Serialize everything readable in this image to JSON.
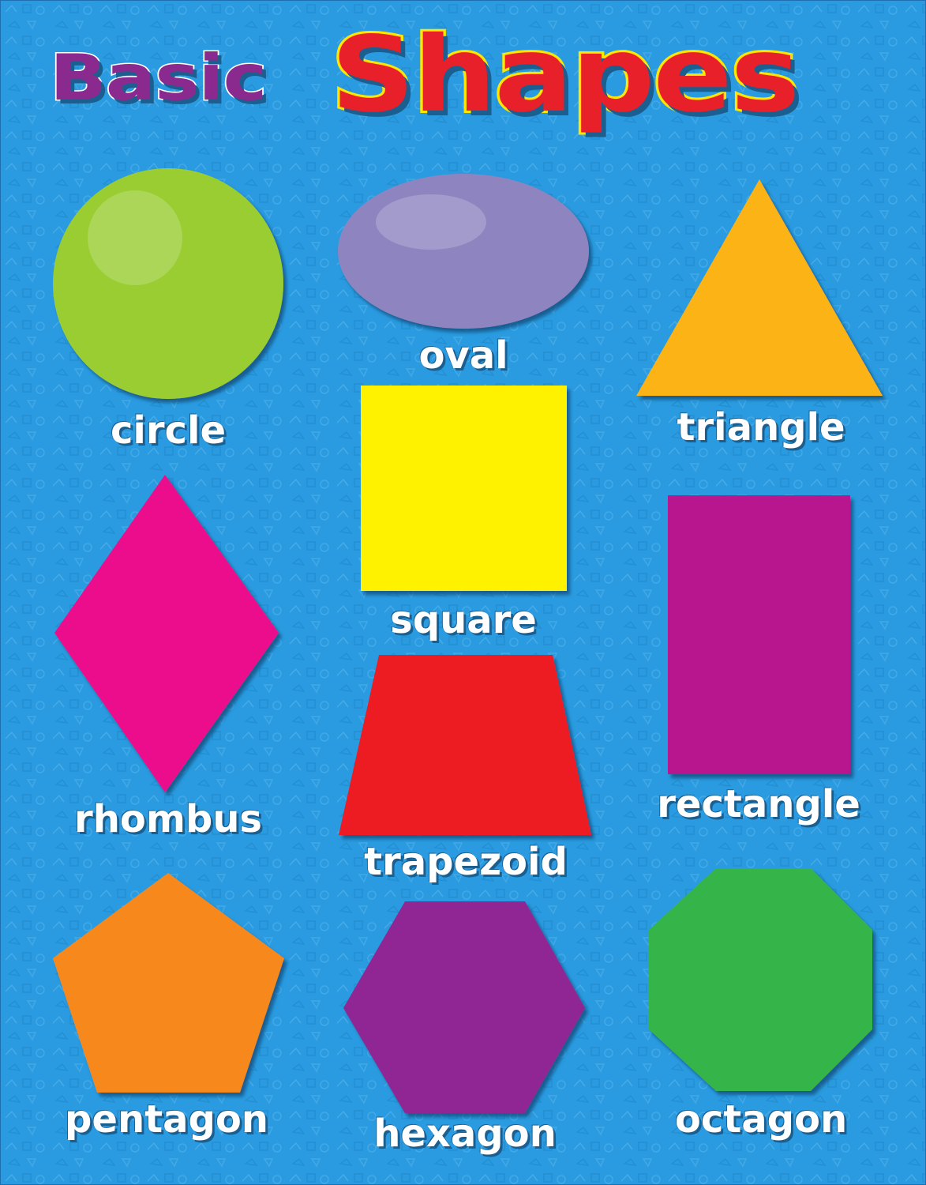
{
  "title": {
    "first_word": "Basic",
    "second_word": "Shapes"
  },
  "shapes": [
    {
      "id": "circle",
      "label": "circle",
      "color": "#9acd32"
    },
    {
      "id": "oval",
      "label": "oval",
      "color": "#8e85c0"
    },
    {
      "id": "triangle",
      "label": "triangle",
      "color": "#fbb316"
    },
    {
      "id": "square",
      "label": "square",
      "color": "#fff200"
    },
    {
      "id": "rhombus",
      "label": "rhombus",
      "color": "#ec0f8c"
    },
    {
      "id": "rectangle",
      "label": "rectangle",
      "color": "#b8188f"
    },
    {
      "id": "trapezoid",
      "label": "trapezoid",
      "color": "#ec1c24"
    },
    {
      "id": "pentagon",
      "label": "pentagon",
      "color": "#f7891f"
    },
    {
      "id": "hexagon",
      "label": "hexagon",
      "color": "#8f2894"
    },
    {
      "id": "octagon",
      "label": "octagon",
      "color": "#35b54a"
    }
  ],
  "colors": {
    "background": "#2a9be0",
    "title_basic": "#8b2a8e",
    "title_shapes": "#e8202a",
    "title_outline": "#ffe600"
  }
}
